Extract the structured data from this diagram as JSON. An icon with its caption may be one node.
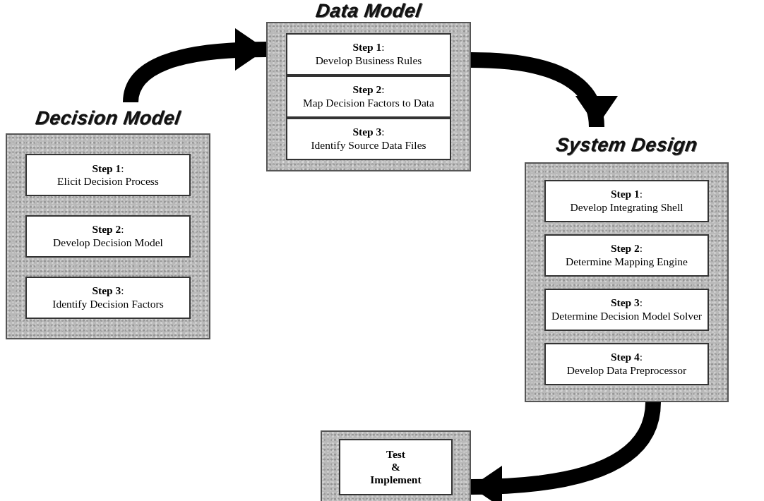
{
  "diagram": {
    "nodes": [
      {
        "text": [
          "Decision Model"
        ]
      },
      {
        "text": [
          "**Step 1**:",
          "Elicit Decision Process"
        ],
        "in": 0
      },
      {
        "text": [
          "**Step 2**:",
          "Develop Decision Model"
        ],
        "in": 0
      },
      {
        "text": [
          "**Step 3**:",
          "Identify Decision Factors"
        ],
        "in": 0
      },
      {
        "text": [
          "Data Model"
        ]
      },
      {
        "text": [
          "**Step 1**:",
          "Develop Business Rules"
        ],
        "in": 4
      },
      {
        "text": [
          "**Step 2**:",
          "Map Decision Factors to Data"
        ],
        "in": 4
      },
      {
        "text": [
          "**Step 3**:",
          "Identify Source Data Files"
        ],
        "in": 4
      },
      {
        "text": [
          "System Design"
        ]
      },
      {
        "text": [
          "**Step 1**:",
          "Develop Integrating Shell"
        ],
        "in": 8
      },
      {
        "text": [
          "**Step 2**:",
          "Determine Mapping Engine"
        ],
        "in": 8
      },
      {
        "text": [
          "**Step 3**:",
          "Determine Decision Model Solver"
        ],
        "in": 8
      },
      {
        "text": [
          "**Step 4**:",
          "Develop Data Preprocessor"
        ],
        "in": 8
      },
      {
        "text": [],
        "shape": "box"
      },
      {
        "text": [
          "Test & Implement"
        ],
        "in": 13
      }
    ],
    "edges": [
      {
        "from": 0,
        "to": 4,
        "arrow": "to"
      },
      {
        "from": 4,
        "to": 8,
        "arrow": "to"
      },
      {
        "from": 8,
        "to": 13,
        "arrow": "to"
      }
    ]
  }
}
